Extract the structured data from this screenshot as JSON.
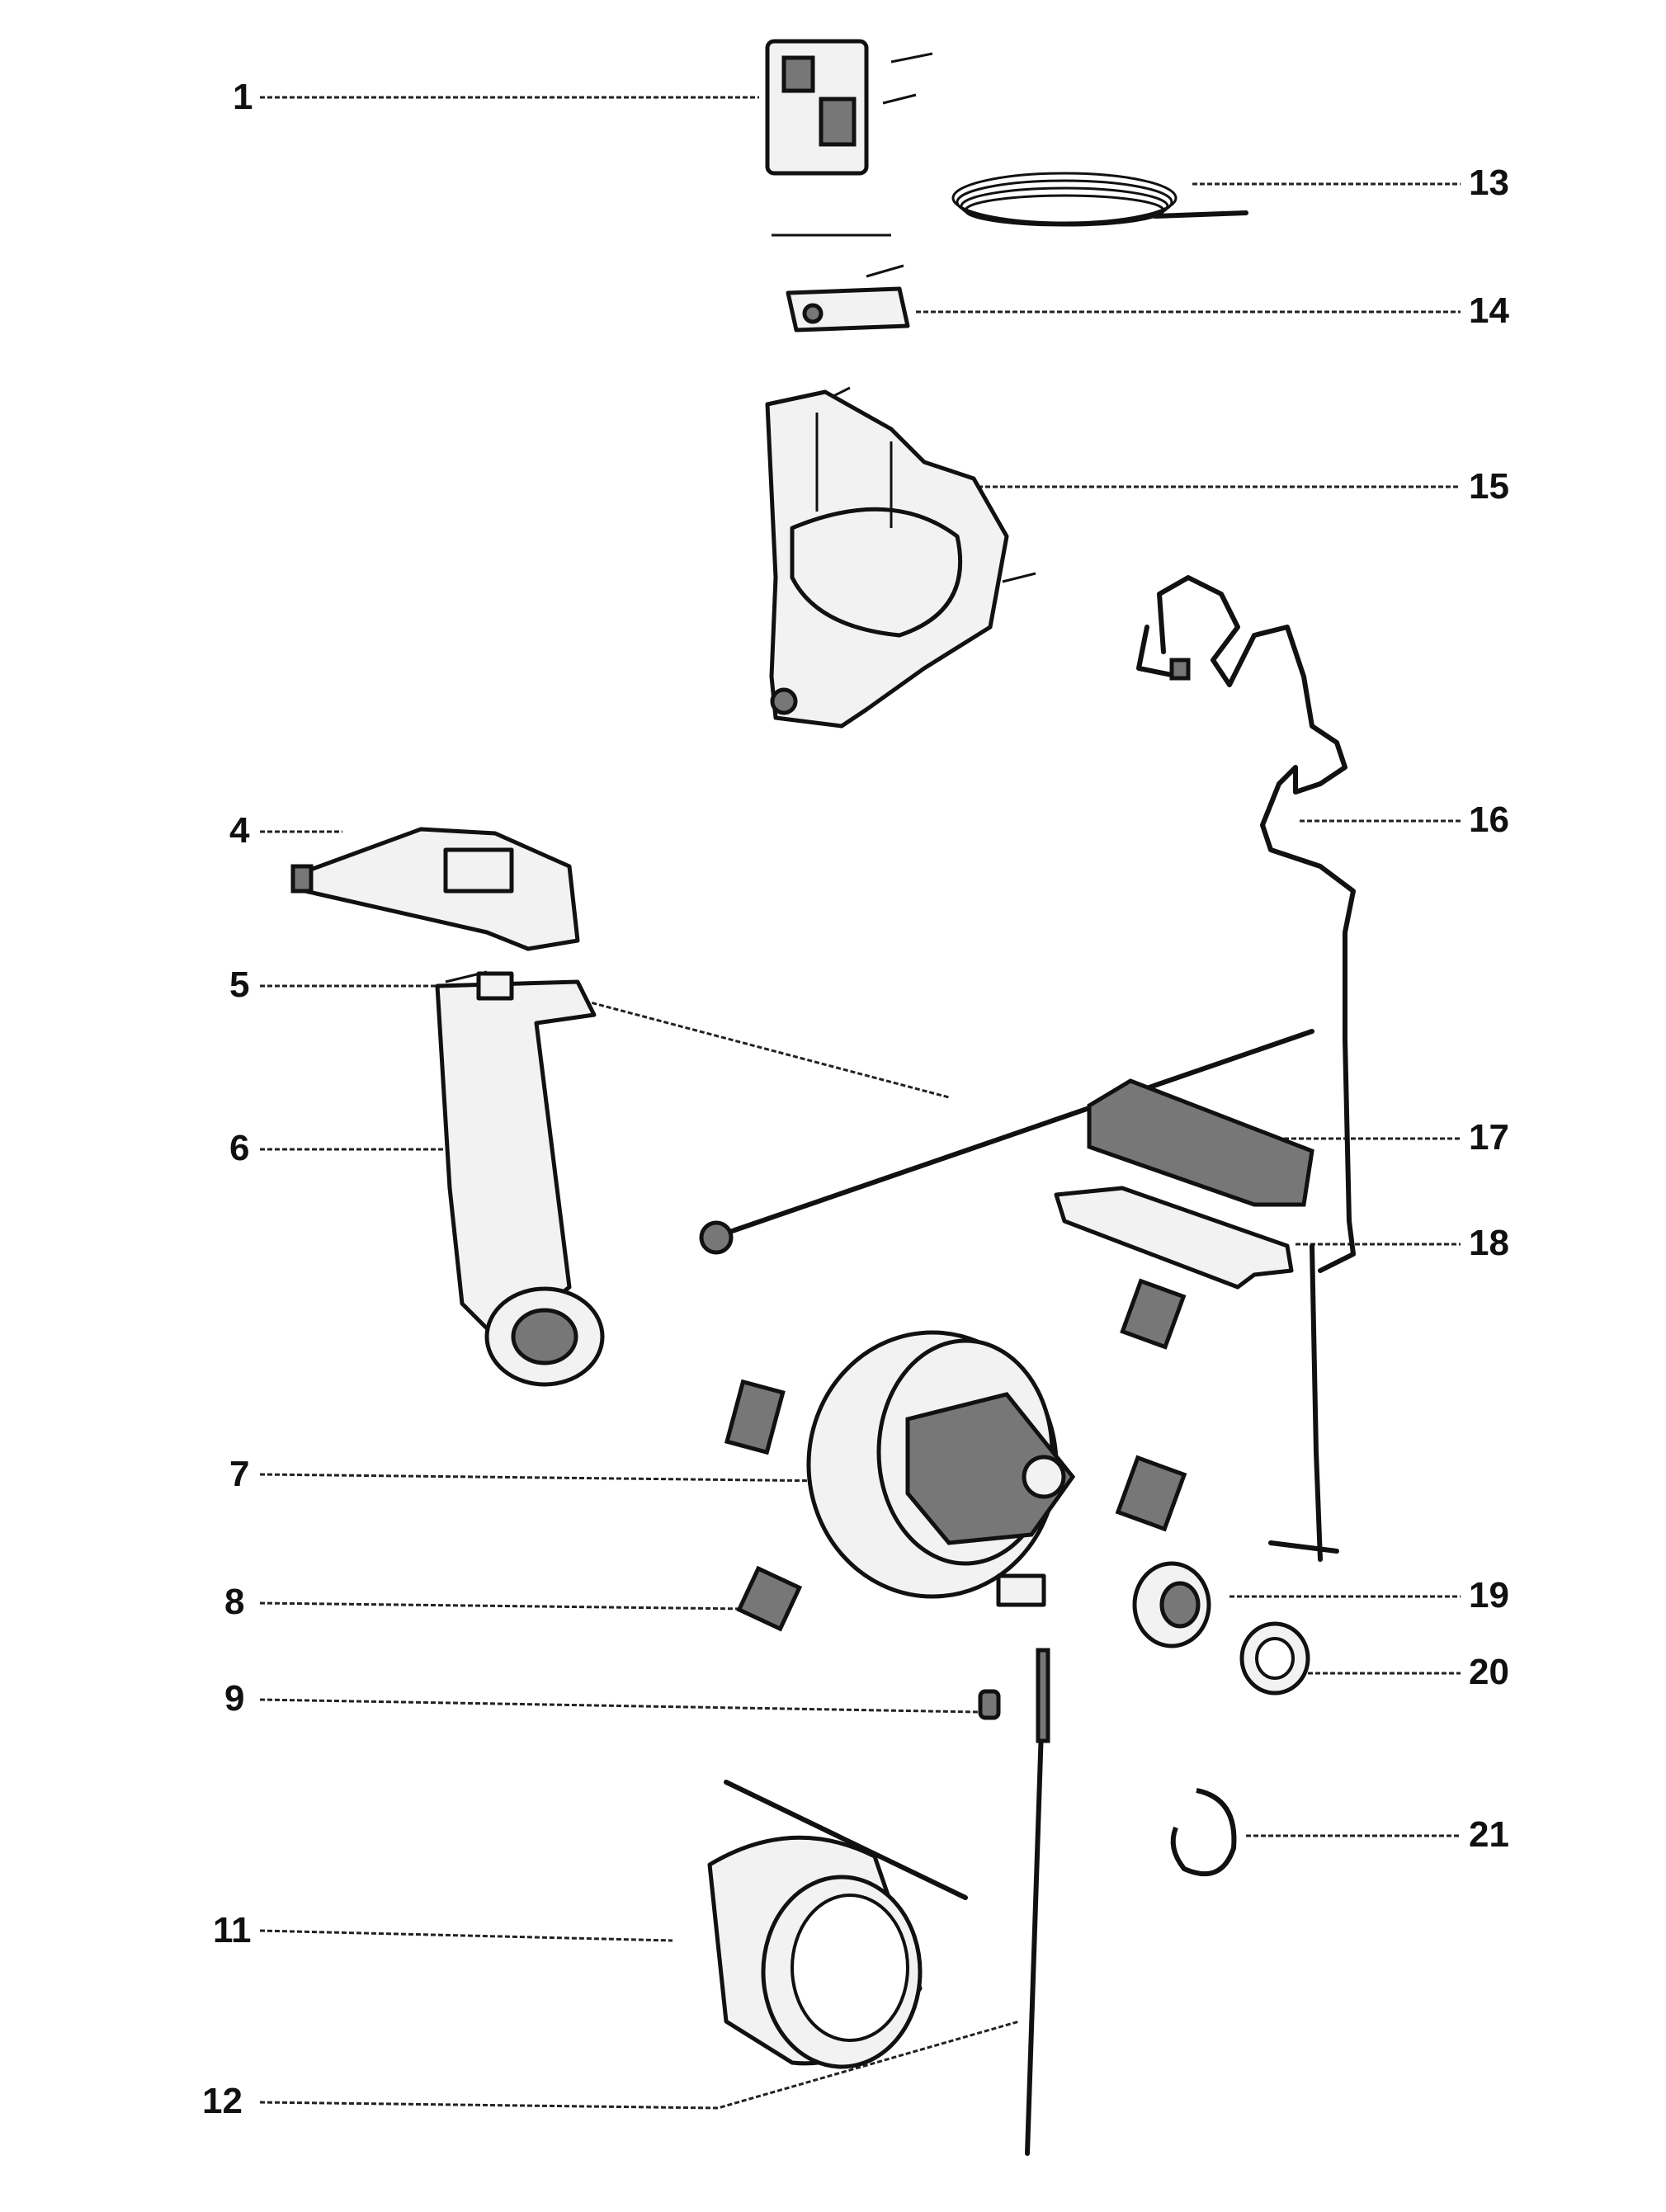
{
  "labels": {
    "p1": "1",
    "p4": "4",
    "p5": "5",
    "p6": "6",
    "p7": "7",
    "p8": "8",
    "p9": "9",
    "p11": "11",
    "p12": "12",
    "p13": "13",
    "p14": "14",
    "p15": "15",
    "p16": "16",
    "p17": "17",
    "p18": "18",
    "p19": "19",
    "p20": "20",
    "p21": "21"
  }
}
